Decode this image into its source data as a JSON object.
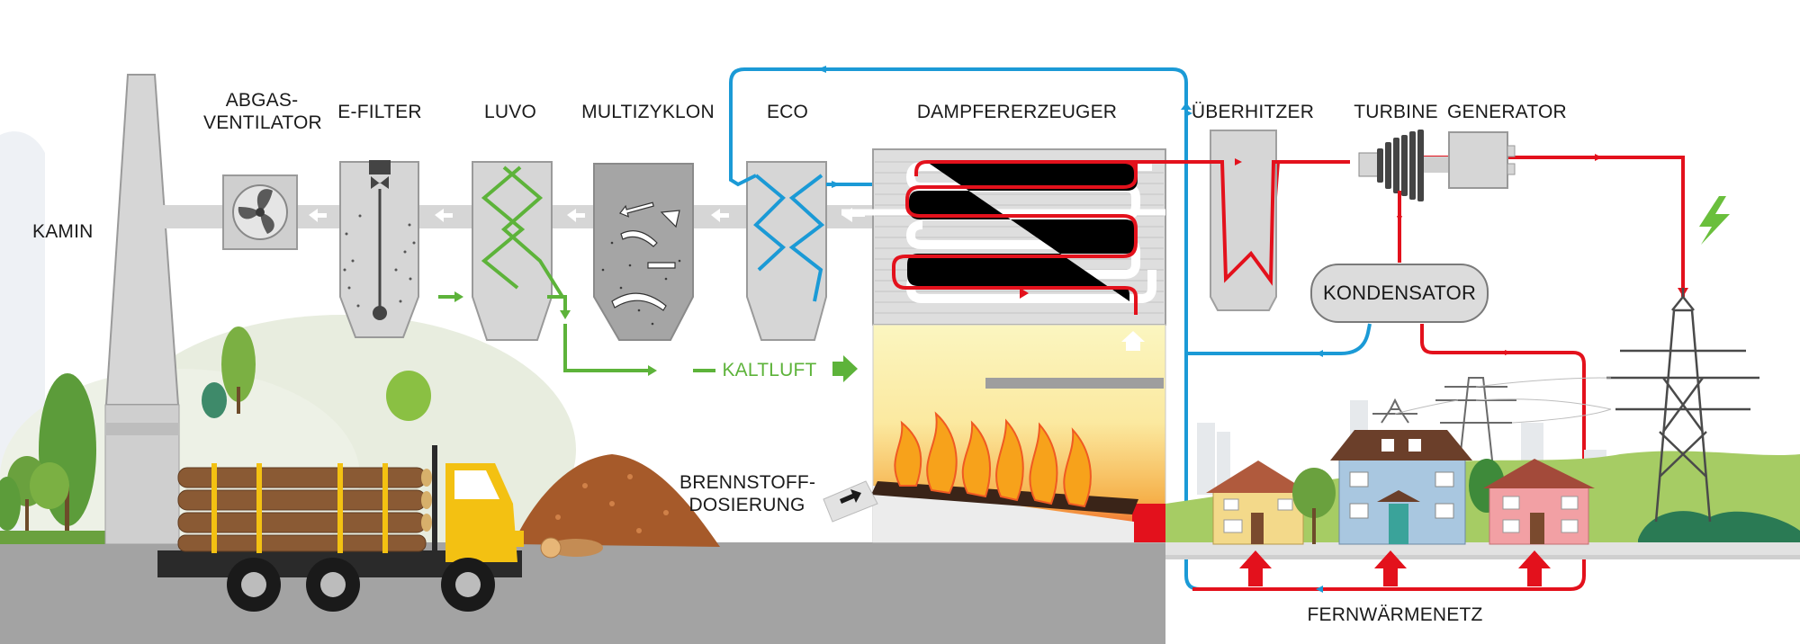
{
  "labels": {
    "kamin": "KAMIN",
    "abgasventilator_1": "ABGAS-",
    "abgasventilator_2": "VENTILATOR",
    "efilter": "E-FILTER",
    "luvo": "LUVO",
    "multizyklon": "MULTIZYKLON",
    "eco": "ECO",
    "dampferzeuger": "DAMPFERERZEUGER",
    "ueberhitzer": "ÜBERHITZER",
    "turbine": "TURBINE",
    "generator": "GENERATOR",
    "kondensator": "KONDENSATOR",
    "kaltluft": "KALTLUFT",
    "brennstoff_1": "BRENNSTOFF-",
    "brennstoff_2": "DOSIERUNG",
    "fernwaermenetz": "FERNWÄRMENETZ"
  },
  "colors": {
    "steam_red": "#e3111c",
    "water_blue": "#1b9ad6",
    "air_green": "#5db33a",
    "equipment_grey": "#d6d6d6",
    "road_grey": "#a3a3a3",
    "flame_orange": "#f7a21b",
    "bolt_green": "#6abf3c"
  },
  "icons": [
    "fan-icon",
    "lightning-icon",
    "flame-icon",
    "truck-icon",
    "house-icon",
    "pylon-icon",
    "tree-icon"
  ]
}
